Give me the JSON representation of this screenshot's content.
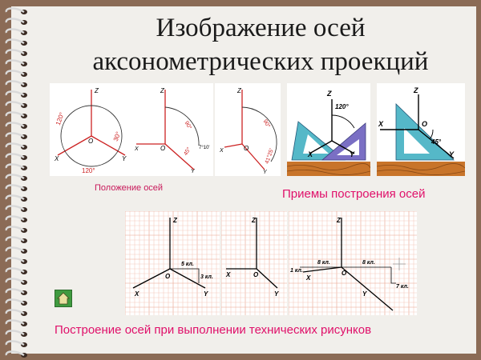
{
  "title": {
    "line1": "Изображение осей",
    "line2": "аксонометрических проекций"
  },
  "captions": {
    "axes_position": "Положение осей",
    "construction_methods": "Приемы построения осей",
    "technical_drawing": "Построение осей при выполнении технических рисунков"
  },
  "axis_labels": {
    "x": "X",
    "y": "Y",
    "z": "Z",
    "origin": "O"
  },
  "panel1": {
    "angle_zx": "120°",
    "angle_xy": "120°",
    "angle_y": "30°"
  },
  "panel2": {
    "angle_z": "90°",
    "angle_y": "45°",
    "ratio": "7°10'"
  },
  "panel3": {
    "angle_z": "90°",
    "angle_y": "41°25'"
  },
  "panel4": {
    "angle_z": "120°"
  },
  "panel5": {
    "angle_y": "45°"
  },
  "grid1": {
    "label_h": "5 кл.",
    "label_v": "3 кл."
  },
  "grid3": {
    "label_left": "8 кл.",
    "label_right": "8 кл.",
    "label_small": "1 кл.",
    "label_v": "7 кл."
  },
  "colors": {
    "accent": "#e0106a",
    "axis": "#cc2222",
    "triangle": "#55b8c8",
    "wood": "#c8742a"
  }
}
